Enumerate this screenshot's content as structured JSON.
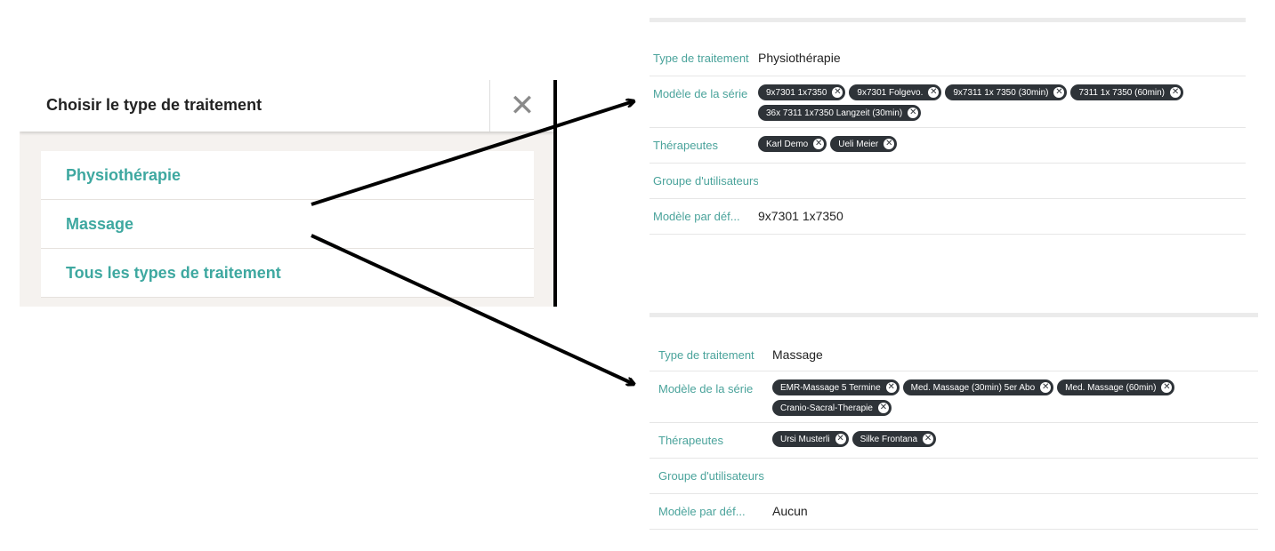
{
  "dialog": {
    "title": "Choisir le type de traitement",
    "close_glyph": "✕",
    "types": [
      "Physiothérapie",
      "Massage",
      "Tous les types de traitement"
    ]
  },
  "panel_top": {
    "rows": {
      "type": {
        "label": "Type de traitement",
        "value": "Physiothérapie"
      },
      "series": {
        "label": "Modèle de la série",
        "chips": [
          "9x7301 1x7350",
          "9x7301 Folgevo.",
          "9x7311 1x 7350 (30min)",
          "7311 1x 7350 (60min)",
          "36x 7311 1x7350 Langzeit (30min)"
        ]
      },
      "therapists": {
        "label": "Thérapeutes",
        "chips": [
          "Karl Demo",
          "Ueli  Meier"
        ]
      },
      "group": {
        "label": "Groupe d'utilisateurs",
        "value": ""
      },
      "default_model": {
        "label": "Modèle par déf...",
        "value": "9x7301 1x7350"
      }
    }
  },
  "panel_bottom": {
    "rows": {
      "type": {
        "label": "Type de traitement",
        "value": "Massage"
      },
      "series": {
        "label": "Modèle de la série",
        "chips": [
          "EMR-Massage 5 Termine",
          "Med. Massage (30min) 5er Abo",
          "Med. Massage (60min)",
          "Cranio-Sacral-Therapie"
        ]
      },
      "therapists": {
        "label": "Thérapeutes",
        "chips": [
          "Ursi Musterli",
          "Silke Frontana"
        ]
      },
      "group": {
        "label": "Groupe d'utilisateurs",
        "value": ""
      },
      "default_model": {
        "label": "Modèle par déf...",
        "value": "Aucun"
      }
    }
  },
  "chip_remove_glyph": "✕"
}
